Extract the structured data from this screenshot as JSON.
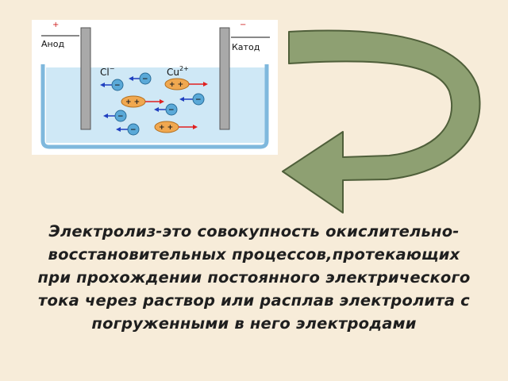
{
  "diagram": {
    "anode_label": "Анод",
    "cathode_label": "Катод",
    "anode_sign": "+",
    "cathode_sign": "−",
    "anion_symbol": "Cl",
    "anion_charge": "−",
    "cation_symbol": "Cu",
    "cation_charge": "2+",
    "anion_glyph": "−",
    "cation_glyph": "+ +",
    "colors": {
      "electrolyte": "#cfe8f6",
      "vessel": "#7fb8dd",
      "electrode": "#a9a9a9",
      "anion_fill": "#5aa9d8",
      "cation_fill": "#f0a850",
      "arrow_red": "#e02020",
      "arrow_blue": "#2040c0"
    }
  },
  "curved_arrow": {
    "fill": "#8ea072",
    "outline": "#4f5f3a"
  },
  "definition": "Электролиз-это совокупность окислительно-восстановительных процессов,протекающих при прохождении постоянного электрического тока через раствор или расплав электролита с погруженными в него электродами"
}
